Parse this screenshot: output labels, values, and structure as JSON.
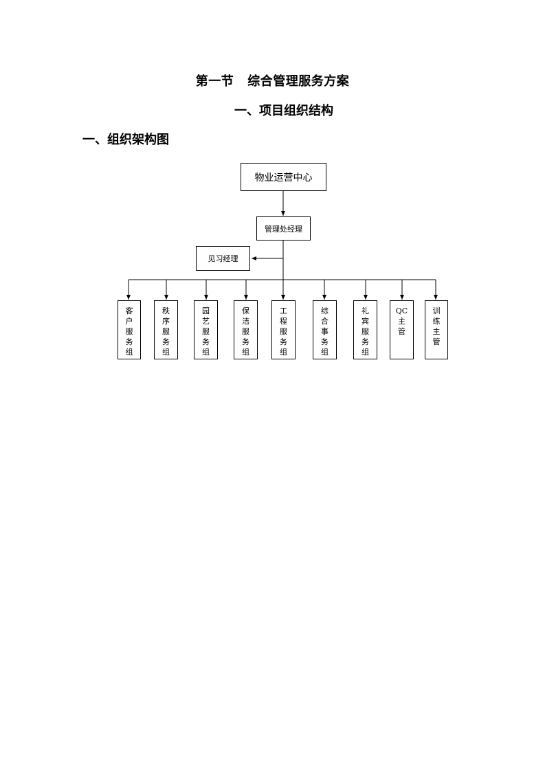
{
  "heading": {
    "section": "第一节",
    "title": "综合管理服务方案",
    "chapter": "一、项目组织结构",
    "subsection": "一、组织架构图"
  },
  "org_chart": {
    "root": "物业运营中心",
    "manager": "管理处经理",
    "assistant": "见习经理",
    "groups": [
      {
        "chars": [
          "客",
          "户",
          "服",
          "务",
          "组"
        ]
      },
      {
        "chars": [
          "秩",
          "序",
          "服",
          "务",
          "组"
        ]
      },
      {
        "chars": [
          "园",
          "艺",
          "服",
          "务",
          "组"
        ]
      },
      {
        "chars": [
          "保",
          "洁",
          "服",
          "务",
          "组"
        ]
      },
      {
        "chars": [
          "工",
          "程",
          "服",
          "务",
          "组"
        ]
      },
      {
        "chars": [
          "综",
          "合",
          "事",
          "务",
          "组"
        ]
      },
      {
        "chars": [
          "礼",
          "宾",
          "服",
          "务",
          "组"
        ]
      },
      {
        "chars": [
          "QC",
          "主",
          "管"
        ]
      },
      {
        "chars": [
          "训",
          "练",
          "主",
          "管"
        ]
      }
    ]
  }
}
